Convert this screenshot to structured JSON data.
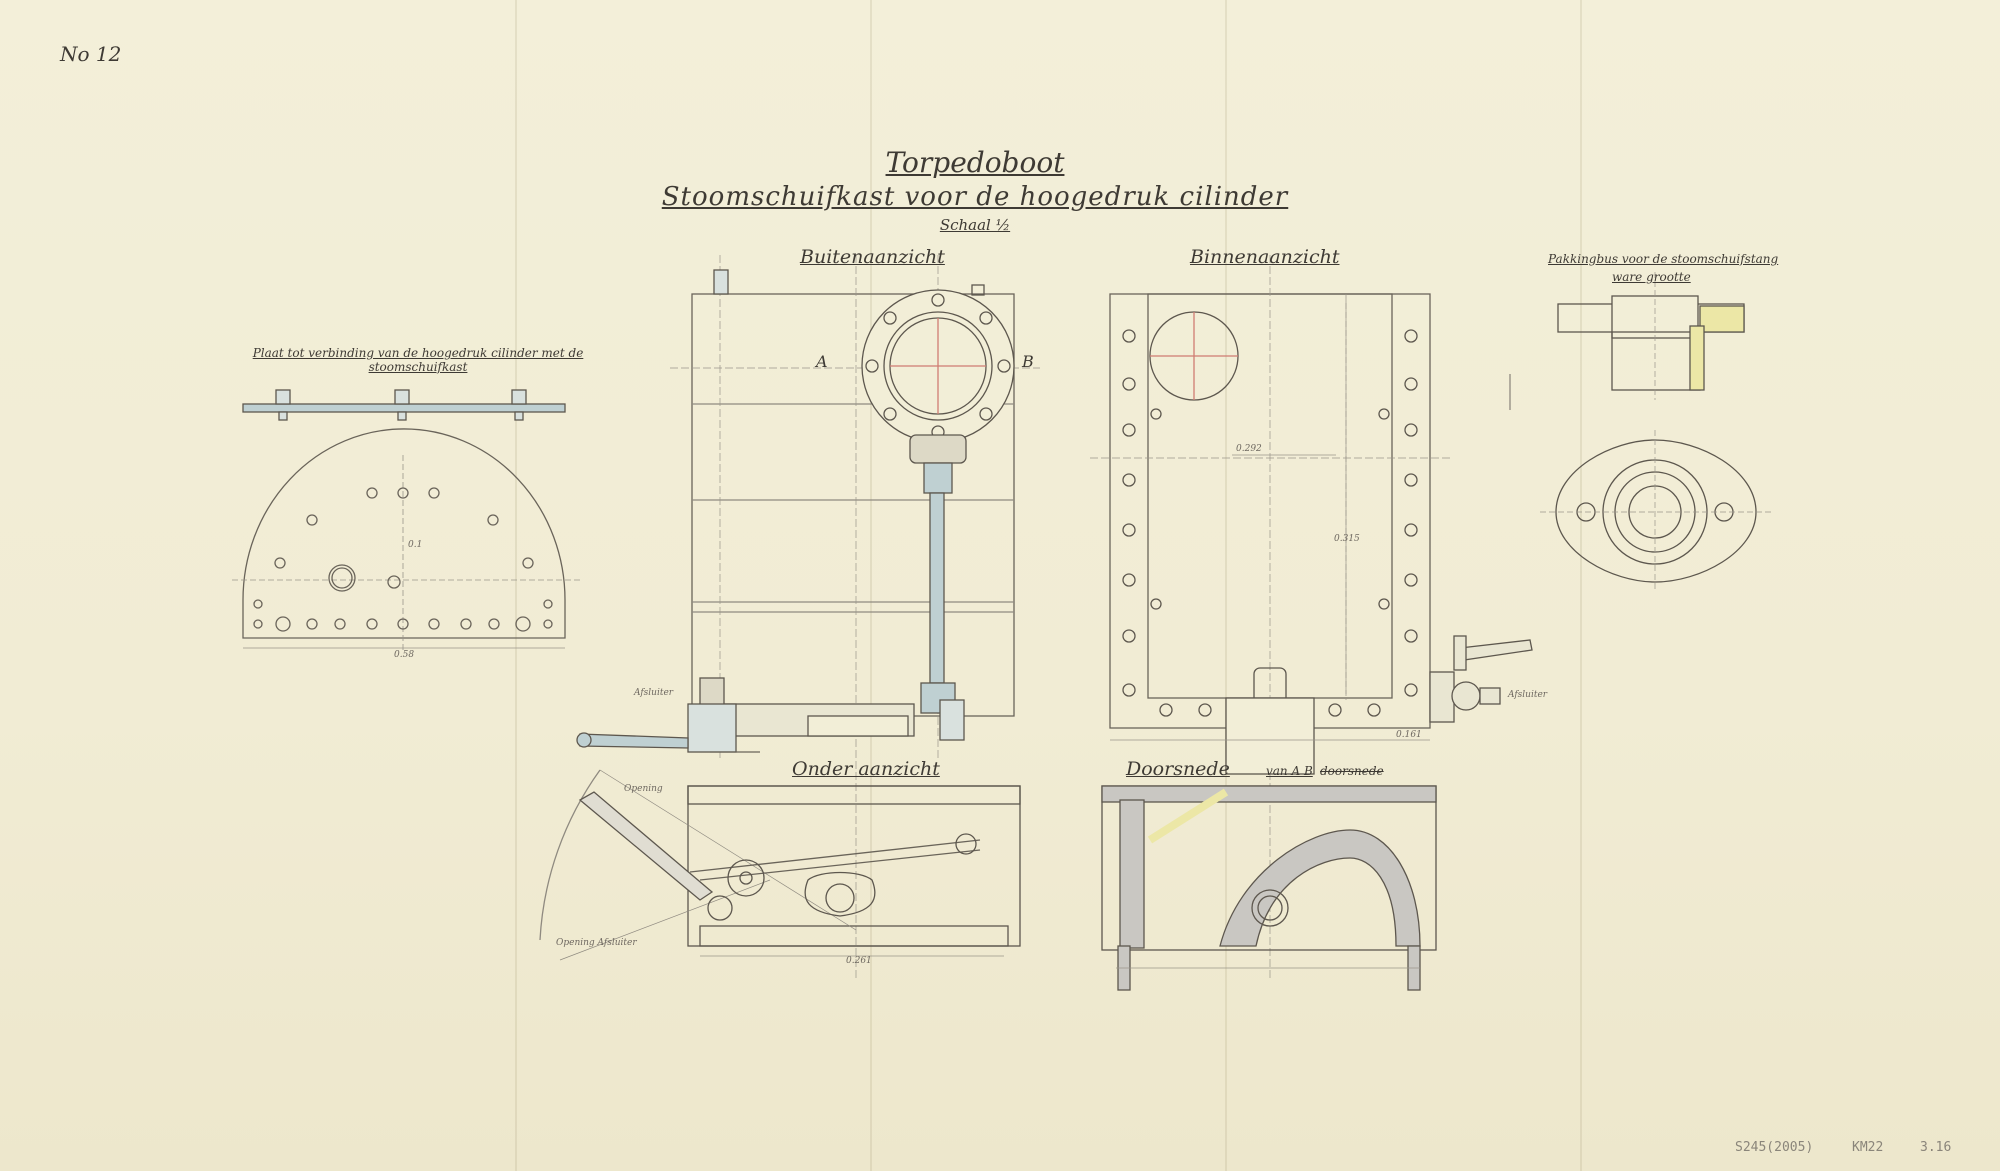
{
  "sheet": {
    "plate_number": "No 12",
    "title": "Torpedoboot",
    "subtitle": "Stoomschuifkast voor de hoogedruk cilinder",
    "scale": "Schaal ½"
  },
  "views": {
    "plate_connection": "Plaat tot verbinding van de hoogedruk cilinder met de stoomschuifkast",
    "outer_view": "Buitenaanzicht",
    "inner_view": "Binnenaanzicht",
    "packing_box": "Pakkingbus voor de stoomschuifstang",
    "packing_box_scale": "ware grootte",
    "bottom_view": "Onder aanzicht",
    "section": "Doorsnede",
    "section_ref": "van A B",
    "section_ref_struck": "doorsnede"
  },
  "labels": {
    "point_a": "A",
    "point_b": "B",
    "cock_left": "Afsluiter",
    "cock_right": "Afsluiter"
  },
  "dimensions": {
    "plate_width": "0.58",
    "plate_height": "0.1",
    "inner_width": "0.292",
    "inner_height": "0.315",
    "inner_base": "0.161",
    "bottom_width": "0.261",
    "arc_label": "Opening",
    "arc_label2": "Opening Afsluiter"
  },
  "archive": {
    "stamp1": "S245(2005)",
    "stamp2": "KM22",
    "stamp3": "3.16"
  },
  "colors": {
    "paper": "#f2eed7",
    "ink": "#5d574e",
    "ink_light": "#8f8a80",
    "steel": "#bfd0d2",
    "brass": "#ece7a6",
    "section_grey": "#c9c7c2",
    "red_center": "#cf7c72"
  }
}
